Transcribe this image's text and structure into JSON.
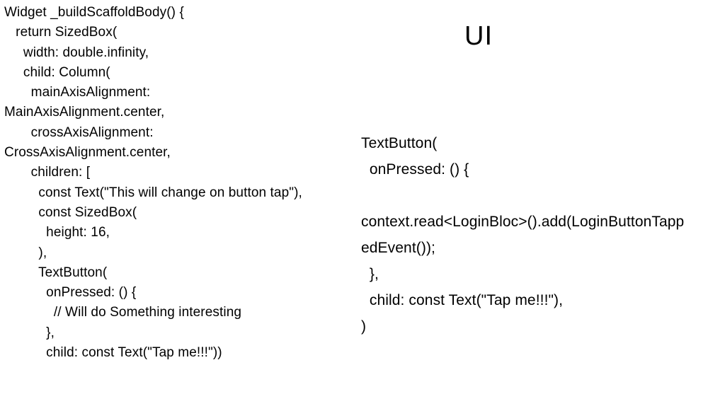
{
  "title": "UI",
  "left_code": [
    "Widget _buildScaffoldBody() {",
    "   return SizedBox(",
    "     width: double.infinity,",
    "     child: Column(",
    "       mainAxisAlignment:",
    "MainAxisAlignment.center,",
    "       crossAxisAlignment:",
    "CrossAxisAlignment.center,",
    "       children: [",
    "         const Text(\"This will change on button tap\"),",
    "         const SizedBox(",
    "           height: 16,",
    "         ),",
    "         TextButton(",
    "           onPressed: () {",
    "             // Will do Something interesting",
    "           },",
    "           child: const Text(\"Tap me!!!\"))"
  ],
  "right_code": [
    "TextButton(",
    "  onPressed: () {",
    "",
    "context.read<LoginBloc>().add(LoginButtonTapp",
    "edEvent());",
    "  },",
    "  child: const Text(\"Tap me!!!\"),",
    ")"
  ]
}
